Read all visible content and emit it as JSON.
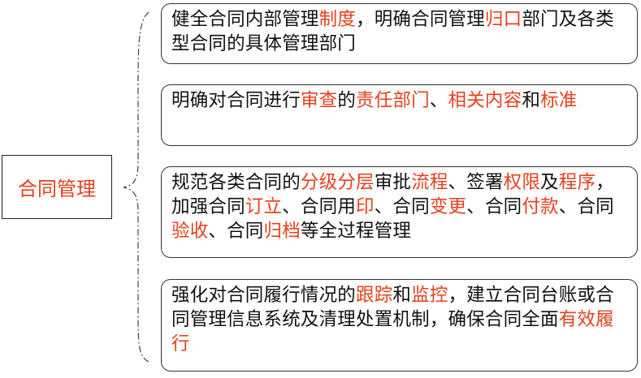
{
  "root": {
    "label": "合同管理"
  },
  "colors": {
    "highlight": "#e8401c",
    "text": "#111111"
  },
  "items": [
    {
      "segments": [
        {
          "t": "健全合同内部管理",
          "hl": false
        },
        {
          "t": "制度",
          "hl": true
        },
        {
          "t": "，明确合同管理",
          "hl": false
        },
        {
          "t": "归口",
          "hl": true
        },
        {
          "t": "部门及各类型合同的具体管理部门",
          "hl": false
        }
      ]
    },
    {
      "segments": [
        {
          "t": "明确对合同进行",
          "hl": false
        },
        {
          "t": "审查",
          "hl": true
        },
        {
          "t": "的",
          "hl": false
        },
        {
          "t": "责任部门",
          "hl": true
        },
        {
          "t": "、",
          "hl": false
        },
        {
          "t": "相关内容",
          "hl": true
        },
        {
          "t": "和",
          "hl": false
        },
        {
          "t": "标准",
          "hl": true
        }
      ]
    },
    {
      "segments": [
        {
          "t": "规范各类合同的",
          "hl": false
        },
        {
          "t": "分级分层",
          "hl": true
        },
        {
          "t": "审批",
          "hl": false
        },
        {
          "t": "流程",
          "hl": true
        },
        {
          "t": "、签署",
          "hl": false
        },
        {
          "t": "权限",
          "hl": true
        },
        {
          "t": "及",
          "hl": false
        },
        {
          "t": "程序",
          "hl": true
        },
        {
          "t": "，加强合同",
          "hl": false
        },
        {
          "t": "订立",
          "hl": true
        },
        {
          "t": "、合同用",
          "hl": false
        },
        {
          "t": "印",
          "hl": true
        },
        {
          "t": "、合同",
          "hl": false
        },
        {
          "t": "变更",
          "hl": true
        },
        {
          "t": "、合同",
          "hl": false
        },
        {
          "t": "付款",
          "hl": true
        },
        {
          "t": "、合同",
          "hl": false
        },
        {
          "t": "验收",
          "hl": true
        },
        {
          "t": "、合同",
          "hl": false
        },
        {
          "t": "归档",
          "hl": true
        },
        {
          "t": "等全过程管理",
          "hl": false
        }
      ]
    },
    {
      "segments": [
        {
          "t": "强化对合同履行情况的",
          "hl": false
        },
        {
          "t": "跟踪",
          "hl": true
        },
        {
          "t": "和",
          "hl": false
        },
        {
          "t": "监控",
          "hl": true
        },
        {
          "t": "，建立合同台账或合同管理信息系统及清理处置机制，确保合同全面",
          "hl": false
        },
        {
          "t": "有效履行",
          "hl": true
        }
      ]
    }
  ]
}
